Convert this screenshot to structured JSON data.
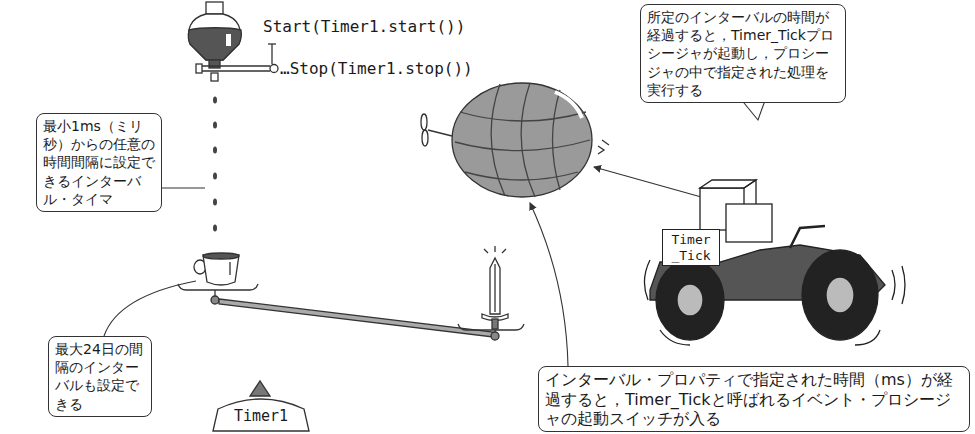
{
  "diagram": {
    "nodes": [
      {
        "text": [
          "所定のインターバルの時間が経過すると，Timer_Tickプロシージャが起動し，プロシージャの中で指定された処理を実行する"
        ]
      },
      {
        "text": [
          "最小1ms（ミリ秒）からの任意の時間間隔に設定できるインターバル・タイマ"
        ]
      },
      {
        "text": [
          "Timer _Tick"
        ]
      },
      {
        "text": [
          "最大24日の間隔のインターバルも設定できる"
        ]
      },
      {
        "text": [
          "Timer1"
        ]
      },
      {
        "text": [
          "インターバル・プロパティで指定された時間（ms）が経過すると，Timer_Tickと呼ばれるイベント・プロシージャの起動スイッチが入る"
        ]
      }
    ],
    "labels": [
      "Start(Timer1.start())",
      "…Stop(Timer1.stop())"
    ]
  }
}
